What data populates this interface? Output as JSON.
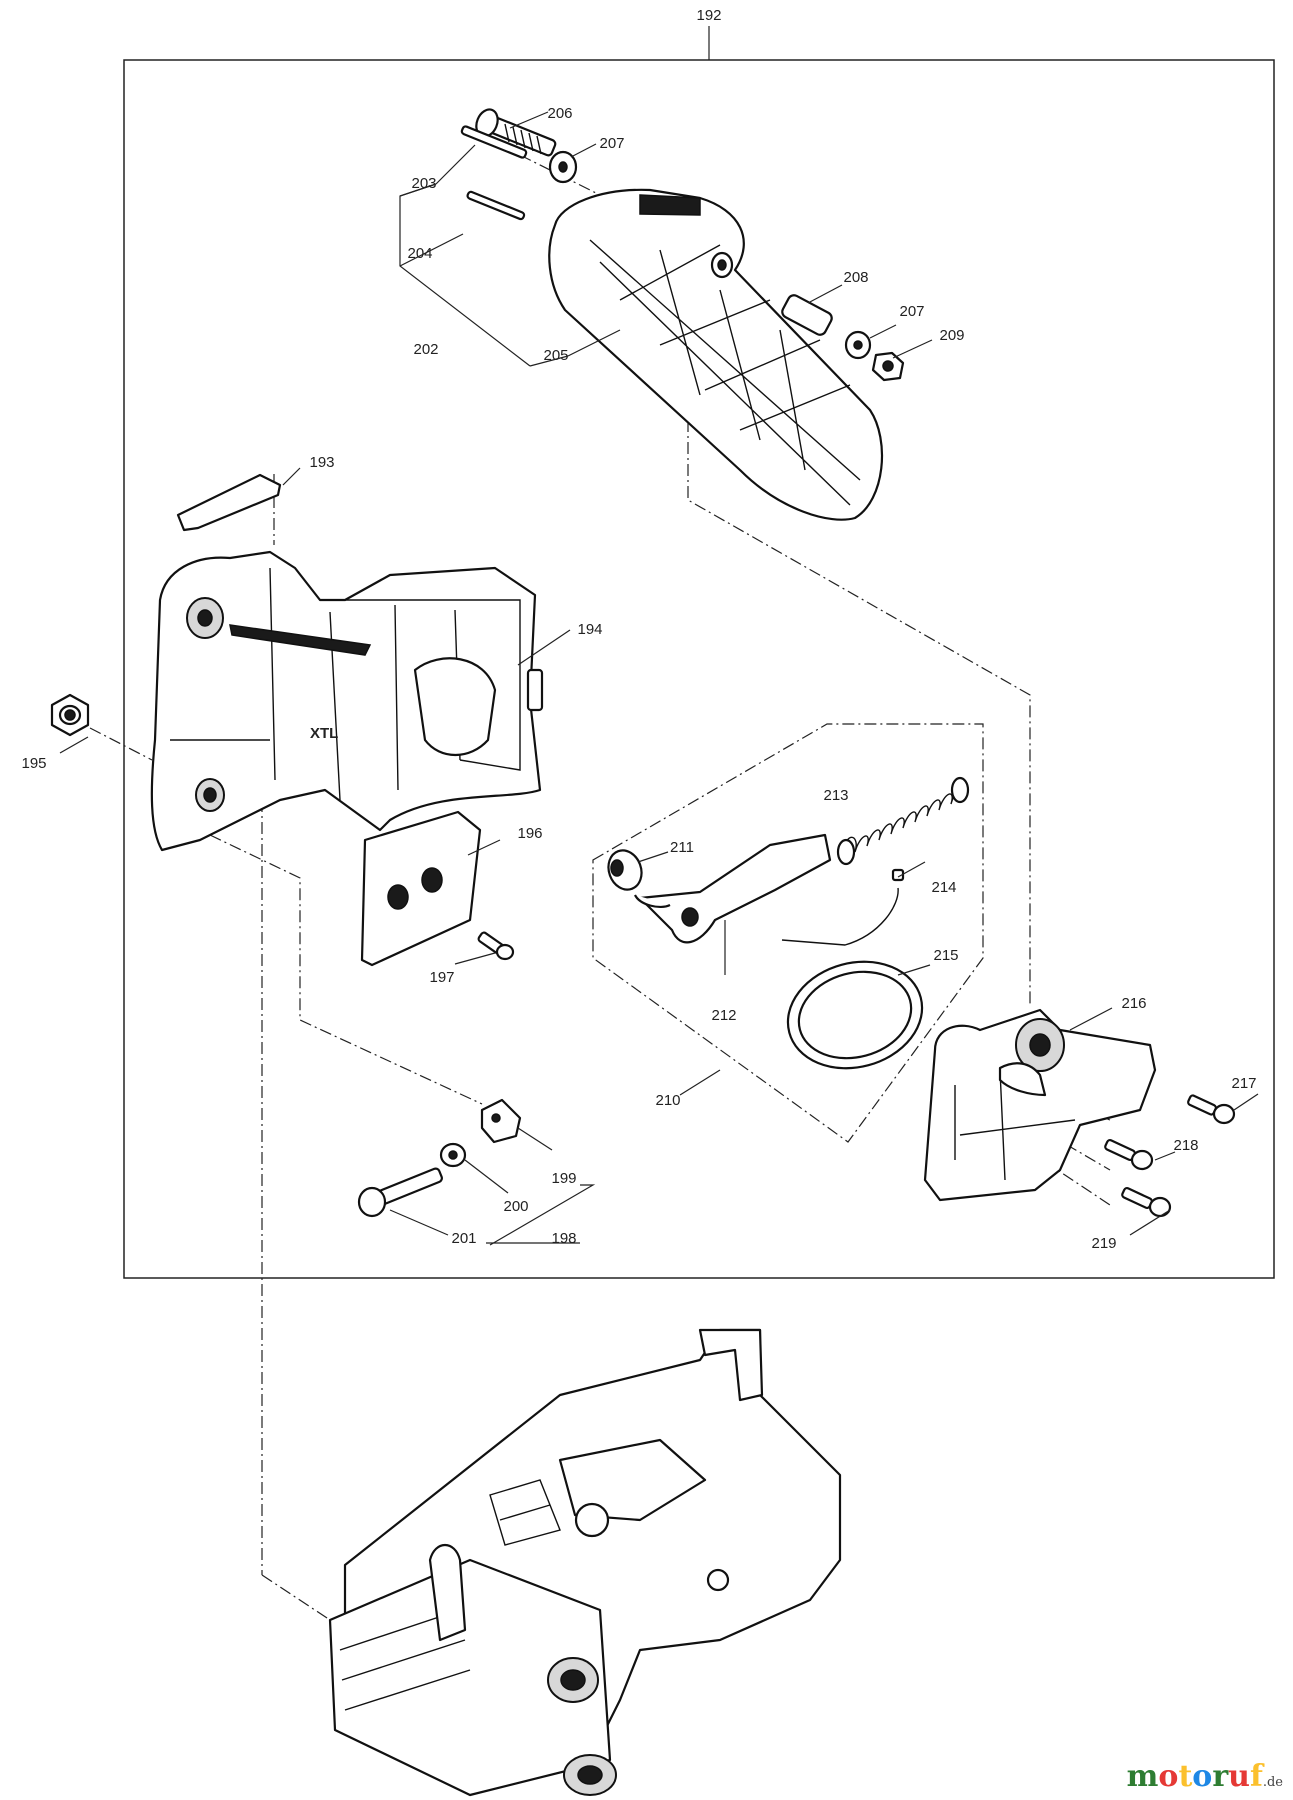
{
  "watermark": {
    "brand": "motoruf",
    "suffix": ".de",
    "colors": [
      "#2e7d32",
      "#e53935",
      "#fbc02d",
      "#1e88e5"
    ]
  },
  "callouts": [
    "192",
    "193",
    "194",
    "195",
    "196",
    "197",
    "198",
    "199",
    "200",
    "201",
    "202",
    "203",
    "204",
    "205",
    "206",
    "207",
    "208",
    "209",
    "210",
    "211",
    "212",
    "213",
    "214",
    "215",
    "216",
    "217",
    "218",
    "219"
  ],
  "parts": {
    "assembly_box": "192",
    "clutch_cover": "194",
    "side_cover": "205",
    "chain_brake_group": "210",
    "chain_catcher": "216",
    "crankcase": ""
  }
}
